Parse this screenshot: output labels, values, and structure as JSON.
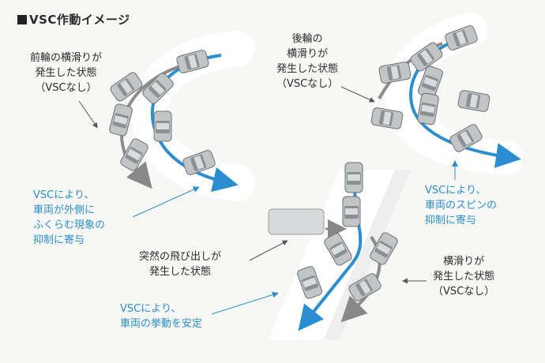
{
  "title": "VSC作動イメージ",
  "labels": {
    "front_slip": "前輪の横滑りが\n発生した状態\n（VSCなし）",
    "rear_slip": "後輪の\n横滑りが\n発生した状態\n（VSCなし）",
    "vsc_outward": "VSCにより、\n車両が外側に\nふくらむ現象の\n抑制に寄与",
    "vsc_spin": "VSCにより、\n車両のスピンの\n抑制に寄与",
    "sudden": "突然の飛び出しが\n発生した状態",
    "side_slip": "横滑りが\n発生した状態\n（VSCなし）",
    "vsc_stable": "VSCにより、\n車両の挙動を安定"
  },
  "colors": {
    "accent": "#2a8ed0",
    "road": "#ffffff",
    "car": "#b9bcbd"
  }
}
